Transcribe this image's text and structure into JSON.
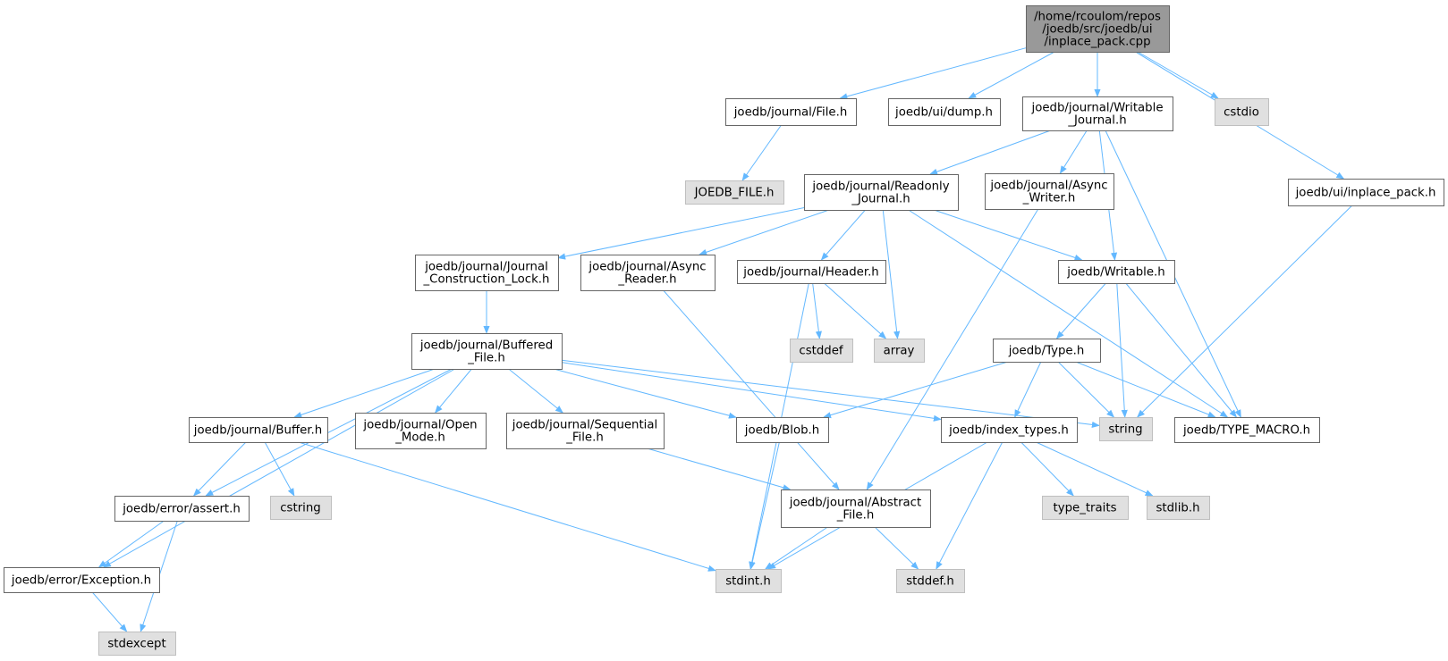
{
  "colors": {
    "edge": "#63b8ff",
    "node_border": "#666666",
    "root_fill": "#999999",
    "system_fill": "#e0e0e0",
    "project_fill": "#ffffff",
    "background": "#ffffff"
  },
  "nodes": [
    {
      "id": "root",
      "kind": "root",
      "lines": [
        "/home/rcoulom/repos",
        "/joedb/src/joedb/ui",
        "/inplace_pack.cpp"
      ]
    },
    {
      "id": "file_h",
      "kind": "project",
      "lines": [
        "joedb/journal/File.h"
      ]
    },
    {
      "id": "dump_h",
      "kind": "project",
      "lines": [
        "joedb/ui/dump.h"
      ]
    },
    {
      "id": "writable_journal_h",
      "kind": "project",
      "lines": [
        "joedb/journal/Writable",
        "_Journal.h"
      ]
    },
    {
      "id": "cstdio",
      "kind": "system",
      "lines": [
        "cstdio"
      ]
    },
    {
      "id": "joedb_file_h",
      "kind": "system",
      "lines": [
        "JOEDB_FILE.h"
      ]
    },
    {
      "id": "readonly_journal_h",
      "kind": "project",
      "lines": [
        "joedb/journal/Readonly",
        "_Journal.h"
      ]
    },
    {
      "id": "async_writer_h",
      "kind": "project",
      "lines": [
        "joedb/journal/Async",
        "_Writer.h"
      ]
    },
    {
      "id": "inplace_pack_h",
      "kind": "project",
      "lines": [
        "joedb/ui/inplace_pack.h"
      ]
    },
    {
      "id": "journal_construction_lock_h",
      "kind": "project",
      "lines": [
        "joedb/journal/Journal",
        "_Construction_Lock.h"
      ]
    },
    {
      "id": "async_reader_h",
      "kind": "project",
      "lines": [
        "joedb/journal/Async",
        "_Reader.h"
      ]
    },
    {
      "id": "header_h",
      "kind": "project",
      "lines": [
        "joedb/journal/Header.h"
      ]
    },
    {
      "id": "writable_h",
      "kind": "project",
      "lines": [
        "joedb/Writable.h"
      ]
    },
    {
      "id": "cstddef",
      "kind": "system",
      "lines": [
        "cstddef"
      ]
    },
    {
      "id": "array",
      "kind": "system",
      "lines": [
        "array"
      ]
    },
    {
      "id": "buffered_file_h",
      "kind": "project",
      "lines": [
        "joedb/journal/Buffered",
        "_File.h"
      ]
    },
    {
      "id": "type_h",
      "kind": "project",
      "lines": [
        "joedb/Type.h"
      ]
    },
    {
      "id": "buffer_h",
      "kind": "project",
      "lines": [
        "joedb/journal/Buffer.h"
      ]
    },
    {
      "id": "open_mode_h",
      "kind": "project",
      "lines": [
        "joedb/journal/Open",
        "_Mode.h"
      ]
    },
    {
      "id": "sequential_file_h",
      "kind": "project",
      "lines": [
        "joedb/journal/Sequential",
        "_File.h"
      ]
    },
    {
      "id": "blob_h",
      "kind": "project",
      "lines": [
        "joedb/Blob.h"
      ]
    },
    {
      "id": "index_types_h",
      "kind": "project",
      "lines": [
        "joedb/index_types.h"
      ]
    },
    {
      "id": "string",
      "kind": "system",
      "lines": [
        "string"
      ]
    },
    {
      "id": "type_macro_h",
      "kind": "project",
      "lines": [
        "joedb/TYPE_MACRO.h"
      ]
    },
    {
      "id": "assert_h",
      "kind": "project",
      "lines": [
        "joedb/error/assert.h"
      ]
    },
    {
      "id": "cstring",
      "kind": "system",
      "lines": [
        "cstring"
      ]
    },
    {
      "id": "abstract_file_h",
      "kind": "project",
      "lines": [
        "joedb/journal/Abstract",
        "_File.h"
      ]
    },
    {
      "id": "type_traits",
      "kind": "system",
      "lines": [
        "type_traits"
      ]
    },
    {
      "id": "stdlib_h",
      "kind": "system",
      "lines": [
        "stdlib.h"
      ]
    },
    {
      "id": "exception_h",
      "kind": "project",
      "lines": [
        "joedb/error/Exception.h"
      ]
    },
    {
      "id": "stdint_h",
      "kind": "system",
      "lines": [
        "stdint.h"
      ]
    },
    {
      "id": "stddef_h",
      "kind": "system",
      "lines": [
        "stddef.h"
      ]
    },
    {
      "id": "stdexcept",
      "kind": "system",
      "lines": [
        "stdexcept"
      ]
    }
  ],
  "edges": [
    [
      "root",
      "file_h"
    ],
    [
      "root",
      "dump_h"
    ],
    [
      "root",
      "writable_journal_h"
    ],
    [
      "root",
      "cstdio"
    ],
    [
      "root",
      "inplace_pack_h"
    ],
    [
      "file_h",
      "joedb_file_h"
    ],
    [
      "writable_journal_h",
      "readonly_journal_h"
    ],
    [
      "writable_journal_h",
      "async_writer_h"
    ],
    [
      "writable_journal_h",
      "writable_h"
    ],
    [
      "writable_journal_h",
      "type_macro_h"
    ],
    [
      "readonly_journal_h",
      "journal_construction_lock_h"
    ],
    [
      "readonly_journal_h",
      "async_reader_h"
    ],
    [
      "readonly_journal_h",
      "header_h"
    ],
    [
      "readonly_journal_h",
      "array"
    ],
    [
      "readonly_journal_h",
      "writable_h"
    ],
    [
      "readonly_journal_h",
      "type_macro_h"
    ],
    [
      "async_writer_h",
      "abstract_file_h"
    ],
    [
      "inplace_pack_h",
      "string"
    ],
    [
      "journal_construction_lock_h",
      "buffered_file_h"
    ],
    [
      "async_reader_h",
      "abstract_file_h"
    ],
    [
      "header_h",
      "cstddef"
    ],
    [
      "header_h",
      "array"
    ],
    [
      "header_h",
      "stdint_h"
    ],
    [
      "writable_h",
      "type_h"
    ],
    [
      "writable_h",
      "string"
    ],
    [
      "writable_h",
      "type_macro_h"
    ],
    [
      "buffered_file_h",
      "buffer_h"
    ],
    [
      "buffered_file_h",
      "open_mode_h"
    ],
    [
      "buffered_file_h",
      "sequential_file_h"
    ],
    [
      "buffered_file_h",
      "blob_h"
    ],
    [
      "buffered_file_h",
      "index_types_h"
    ],
    [
      "buffered_file_h",
      "string"
    ],
    [
      "buffered_file_h",
      "assert_h"
    ],
    [
      "buffered_file_h",
      "exception_h"
    ],
    [
      "type_h",
      "blob_h"
    ],
    [
      "type_h",
      "index_types_h"
    ],
    [
      "type_h",
      "string"
    ],
    [
      "type_h",
      "type_macro_h"
    ],
    [
      "buffer_h",
      "assert_h"
    ],
    [
      "buffer_h",
      "cstring"
    ],
    [
      "buffer_h",
      "stdint_h"
    ],
    [
      "sequential_file_h",
      "abstract_file_h"
    ],
    [
      "blob_h",
      "stdint_h"
    ],
    [
      "index_types_h",
      "type_traits"
    ],
    [
      "index_types_h",
      "stdlib_h"
    ],
    [
      "index_types_h",
      "stddef_h"
    ],
    [
      "index_types_h",
      "stdint_h"
    ],
    [
      "assert_h",
      "exception_h"
    ],
    [
      "assert_h",
      "stdexcept"
    ],
    [
      "abstract_file_h",
      "stdint_h"
    ],
    [
      "abstract_file_h",
      "stddef_h"
    ],
    [
      "exception_h",
      "stdexcept"
    ]
  ]
}
